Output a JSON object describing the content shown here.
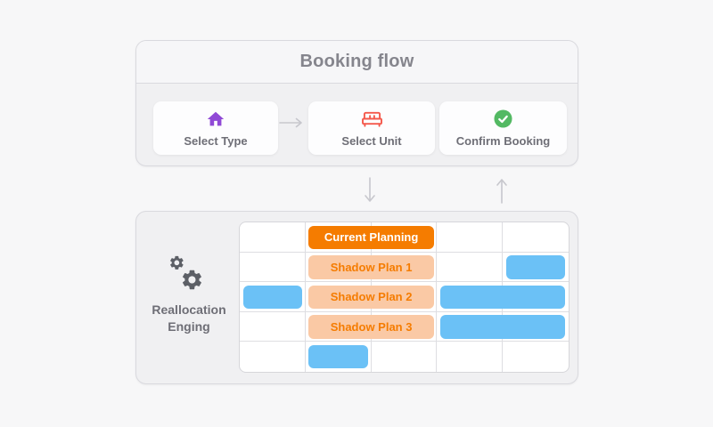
{
  "booking_flow": {
    "title": "Booking flow",
    "steps": [
      {
        "label": "Select Type",
        "icon": "home-icon",
        "icon_color": "#9049d6"
      },
      {
        "label": "Select Unit",
        "icon": "bed-icon",
        "icon_color": "#f4594c"
      },
      {
        "label": "Confirm Booking",
        "icon": "check-circle-icon",
        "icon_color": "#53b963"
      }
    ],
    "step_connector_icon": "right-arrow-icon"
  },
  "flow_arrows": {
    "down_icon": "down-arrow-icon",
    "up_icon": "up-arrow-icon"
  },
  "reallocation_engine": {
    "icon": "gears-icon",
    "label_line1": "Reallocation",
    "label_line2": "Enging"
  },
  "planning_grid": {
    "columns": 5,
    "rows": 5,
    "bars": [
      {
        "label": "Current Planning",
        "row": 1,
        "col_start": 2,
        "col_end": 3,
        "type": "current"
      },
      {
        "label": "Shadow Plan 1",
        "row": 2,
        "col_start": 2,
        "col_end": 3,
        "type": "shadow"
      },
      {
        "label": "",
        "row": 2,
        "col_start": 5,
        "col_end": 5,
        "type": "booking"
      },
      {
        "label": "",
        "row": 3,
        "col_start": 1,
        "col_end": 1,
        "type": "booking"
      },
      {
        "label": "Shadow Plan 2",
        "row": 3,
        "col_start": 2,
        "col_end": 3,
        "type": "shadow"
      },
      {
        "label": "",
        "row": 3,
        "col_start": 4,
        "col_end": 5,
        "type": "booking"
      },
      {
        "label": "Shadow Plan 3",
        "row": 4,
        "col_start": 2,
        "col_end": 3,
        "type": "shadow"
      },
      {
        "label": "",
        "row": 4,
        "col_start": 4,
        "col_end": 5,
        "type": "booking"
      },
      {
        "label": "",
        "row": 5,
        "col_start": 2,
        "col_end": 2,
        "type": "booking"
      }
    ]
  },
  "colors": {
    "page_bg": "#f7f7f8",
    "panel_bg": "#f0f0f2",
    "panel_header_bg": "#f6f6f8",
    "panel_border": "#d9d9de",
    "step_card_bg": "#fdfdfe",
    "title_text": "#85858d",
    "label_text": "#6e6e76",
    "arrow_gray": "#c7c7cd",
    "gear_gray": "#5c5f66",
    "grid_border": "#d6d6da",
    "grid_line": "#dedee2",
    "current_bar": "#f57c00",
    "shadow_bar": "#fac9a5",
    "booking_bar": "#6bc1f6",
    "step_icon_purple": "#9049d6",
    "step_icon_red": "#f4594c",
    "step_icon_green": "#53b963"
  }
}
